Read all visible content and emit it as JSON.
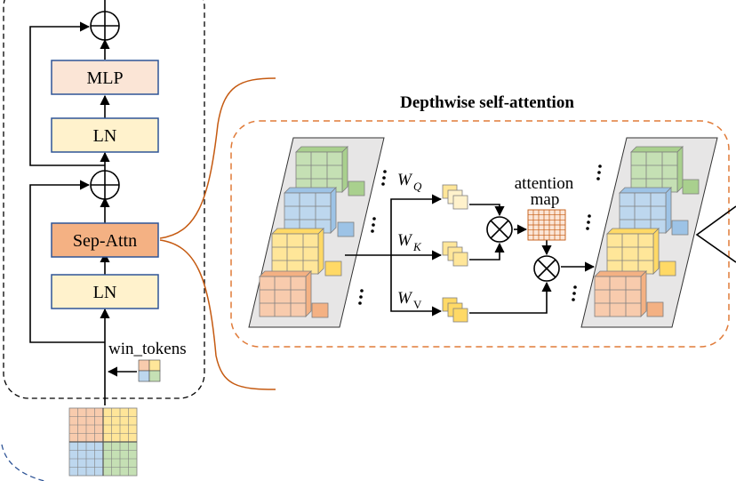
{
  "block": {
    "mlp_label": "MLP",
    "ln_top_label": "LN",
    "attn_label": "Sep-Attn",
    "ln_bottom_label": "LN",
    "tokens_label": "win_tokens"
  },
  "detail": {
    "title": "Depthwise self-attention",
    "wq": {
      "main": "W",
      "sub": "Q"
    },
    "wk": {
      "main": "W",
      "sub": "K"
    },
    "wv": {
      "main": "W",
      "sub": "V"
    },
    "attention_line1": "attention",
    "attention_line2": "map"
  },
  "colors": {
    "mlp": "#fbe5d6",
    "ln": "#fff2cc",
    "attn": "#f4b183",
    "green": "#c5e0b4",
    "blue": "#bdd7ee",
    "yellow": "#ffe699",
    "salmon": "#f8cbad",
    "panel": "#e7e6e6",
    "dashed_orange": "#e07b39",
    "connector": "#c55a11",
    "outer_blue": "#2f5597"
  }
}
